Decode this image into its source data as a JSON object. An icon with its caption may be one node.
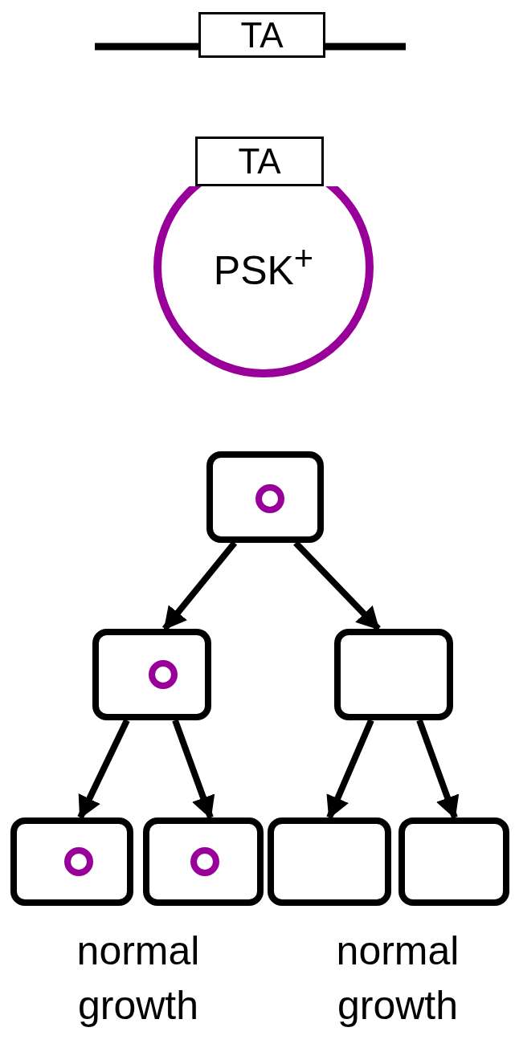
{
  "diagram": {
    "nodes": [
      {
        "text": [
          "TA"
        ]
      },
      {
        "text": [
          "TA"
        ]
      },
      {
        "text": [
          "PSK$^{+}$"
        ]
      },
      {
        "text": [],
        "shape": "box"
      },
      {
        "text": [],
        "shape": "circle",
        "in": 3
      },
      {
        "text": [],
        "shape": "box"
      },
      {
        "text": [],
        "shape": "circle",
        "in": 5
      },
      {
        "text": [],
        "shape": "box"
      },
      {
        "text": [],
        "shape": "box"
      },
      {
        "text": [],
        "shape": "circle",
        "in": 8
      },
      {
        "text": [],
        "shape": "box"
      },
      {
        "text": [],
        "shape": "circle",
        "in": 10
      },
      {
        "text": [],
        "shape": "box"
      },
      {
        "text": [],
        "shape": "box"
      }
    ],
    "edges": [
      {
        "from": 3,
        "to": 5,
        "arrow": "to"
      },
      {
        "from": 3,
        "to": 7,
        "arrow": "to"
      },
      {
        "from": 5,
        "to": 8,
        "arrow": "to"
      },
      {
        "from": 5,
        "to": 10,
        "arrow": "to"
      },
      {
        "from": 7,
        "to": 12,
        "arrow": "to"
      },
      {
        "from": 7,
        "to": 13,
        "arrow": "to"
      }
    ],
    "labels": [
      "normal growth",
      "normal growth"
    ]
  }
}
